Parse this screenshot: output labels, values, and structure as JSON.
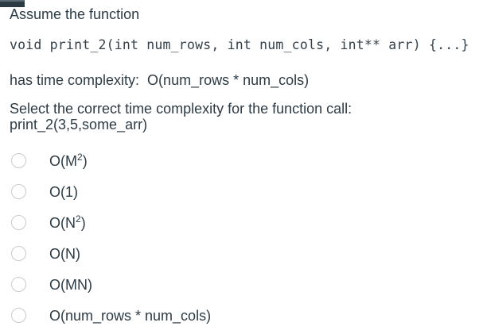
{
  "question": {
    "intro": "Assume the function",
    "code": "void print_2(int num_rows, int num_cols, int** arr) {...}",
    "complexity_note": "has time complexity:  O(num_rows * num_cols)",
    "prompt_line1": "Select the correct time complexity for the function call:",
    "prompt_line2": "print_2(3,5,some_arr)"
  },
  "options": [
    {
      "pre": "O(M",
      "sup": "2",
      "post": ")"
    },
    {
      "pre": "O(1)",
      "sup": "",
      "post": ""
    },
    {
      "pre": "O(N",
      "sup": "2",
      "post": ")"
    },
    {
      "pre": "O(N)",
      "sup": "",
      "post": ""
    },
    {
      "pre": "O(MN)",
      "sup": "",
      "post": ""
    },
    {
      "pre": "O(num_rows * num_cols)",
      "sup": "",
      "post": ""
    }
  ],
  "colors": {
    "text": "#2d3b45",
    "code_text": "#34404a",
    "radio_border": "#c6cbcf",
    "corner_bar": "#2c3a44",
    "background": "#ffffff"
  }
}
